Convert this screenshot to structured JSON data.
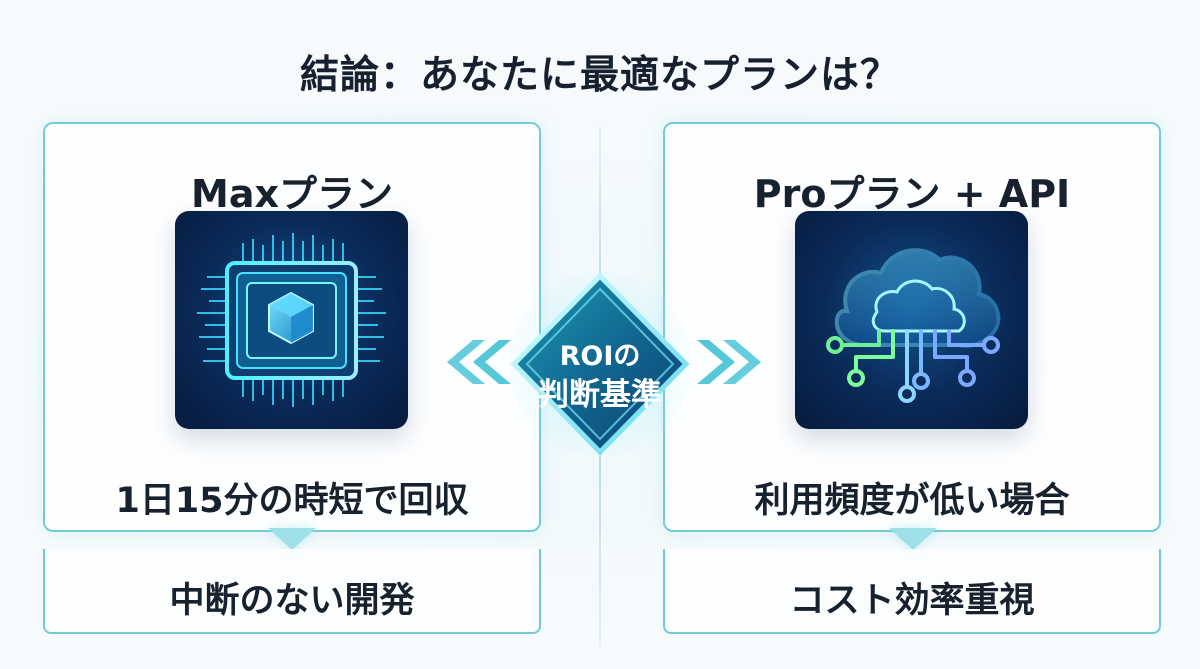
{
  "title": "結論：あなたに最適なプランは？",
  "left_plan": {
    "title": "Maxプラン",
    "icon": "chip-icon",
    "caption": "1日15分の時短で回収",
    "result": "中断のない開発"
  },
  "center_badge": {
    "line1": "ROIの",
    "line2": "判断基準"
  },
  "right_plan": {
    "title": "Proプラン + API",
    "icon": "cloud-network-icon",
    "caption": "利用頻度が低い場合",
    "result": "コスト効率重視"
  },
  "colors": {
    "accent": "#73cbd3",
    "glow": "#56d1e0",
    "badge_fill": "#1a6d8d",
    "icon_bg": "#0a2b59"
  }
}
